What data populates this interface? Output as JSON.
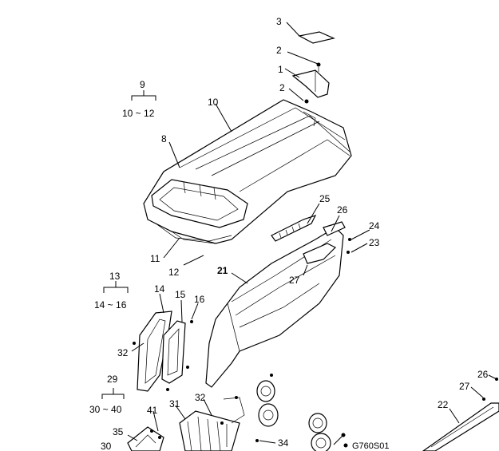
{
  "drawing_code": "G760S01",
  "callouts": {
    "c1": "1",
    "c2a": "2",
    "c2b": "2",
    "c3": "3",
    "c8": "8",
    "c9": "9",
    "c9range": "10 ~ 12",
    "c10": "10",
    "c11": "11",
    "c12": "12",
    "c13": "13",
    "c13range": "14 ~ 16",
    "c14": "14",
    "c15": "15",
    "c16": "16",
    "c21": "21",
    "c22": "22",
    "c23": "23",
    "c24": "24",
    "c25": "25",
    "c26a": "26",
    "c26b": "26",
    "c27a": "27",
    "c27b": "27",
    "c29": "29",
    "c29range": "30 ~ 40",
    "c30": "30",
    "c31": "31",
    "c32a": "32",
    "c32b": "32",
    "c34": "34",
    "c35": "35",
    "c41": "41"
  }
}
